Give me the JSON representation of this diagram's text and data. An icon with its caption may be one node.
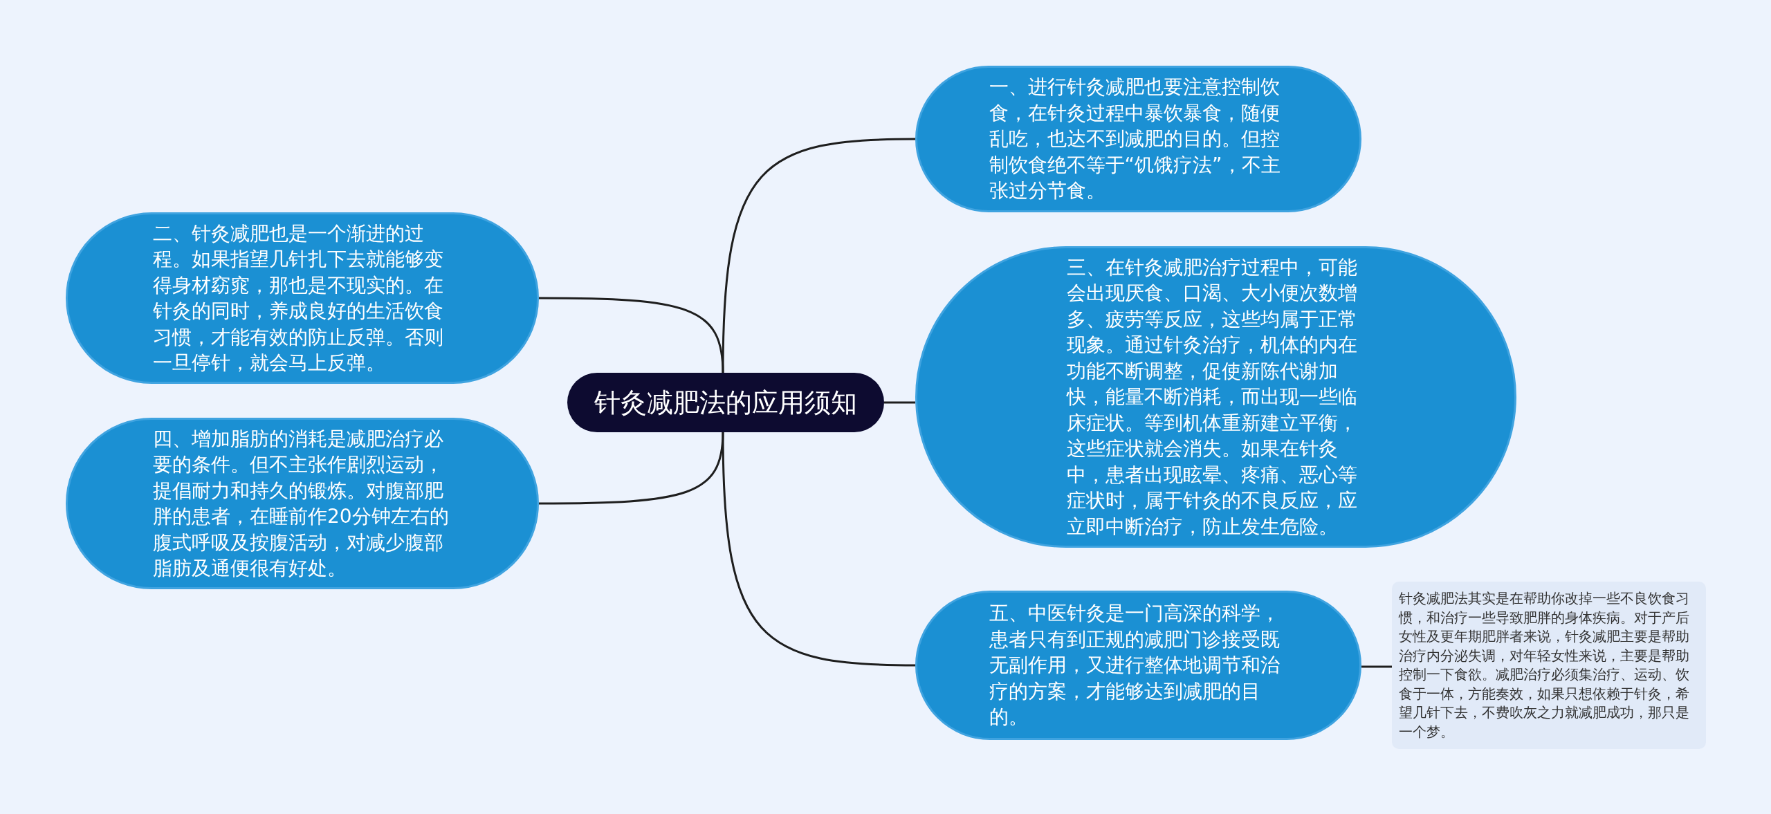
{
  "diagram": {
    "nodes": [
      {
        "text": [
          "针灸减肥法的应用须知"
        ]
      },
      {
        "text": [
          "一、进行针灸减肥也要注意控制饮食，在针灸过程中暴饮暴食，随便乱吃，也达不到减肥的目的。但控制饮食绝不等于“饥饿疗法”，不主张过分节食。"
        ]
      },
      {
        "text": [
          "二、针灸减肥也是一个渐进的过程。如果指望几针扎下去就能够变得身材窈窕，那也是不现实的。在针灸的同时，养成良好的生活饮食习惯，才能有效的防止反弹。否则一旦停针，就会马上反弹。"
        ]
      },
      {
        "text": [
          "三、在针灸减肥治疗过程中，可能会出现厌食、口渴、大小便次数增多、疲劳等反应，这些均属于正常现象。通过针灸治疗，机体的内在功能不断调整，促使新陈代谢加快，能量不断消耗，而出现一些临床症状。等到机体重新建立平衡，这些症状就会消失。如果在针灸中，患者出现眩晕、疼痛、恶心等症状时，属于针灸的不良反应，应立即中断治疗，防止发生危险。"
        ]
      },
      {
        "text": [
          "四、增加脂肪的消耗是减肥治疗必要的条件。但不主张作剧烈运动，提倡耐力和持久的锻炼。对腹部肥胖的患者，在睡前作20分钟左右的腹式呼吸及按腹活动，对减少腹部脂肪及通便很有好处。"
        ]
      },
      {
        "text": [
          "五、中医针灸是一门高深的科学，患者只有到正规的减肥门诊接受既无副作用，又进行整体地调节和治疗的方案，才能够达到减肥的目的。"
        ]
      },
      {
        "text": [
          "针灸减肥法其实是在帮助你改掉一些不良饮食习惯，和治疗一些导致肥胖的身体疾病。对于产后女性及更年期肥胖者来说，针灸减肥主要是帮助治疗内分泌失调，对年轻女性来说，主要是帮助控制一下食欲。减肥治疗必须集治疗、运动、饮食于一体，方能奏效，如果只想依赖于针灸，希望几针下去，不费吹灰之力就减肥成功，那只是一个梦。"
        ]
      }
    ],
    "edges": [
      {
        "from": 0,
        "to": 1,
        "arrow": "none"
      },
      {
        "from": 0,
        "to": 2,
        "arrow": "none"
      },
      {
        "from": 0,
        "to": 3,
        "arrow": "none"
      },
      {
        "from": 0,
        "to": 4,
        "arrow": "none"
      },
      {
        "from": 0,
        "to": 5,
        "arrow": "none"
      },
      {
        "from": 5,
        "to": 6,
        "arrow": "none"
      }
    ]
  }
}
